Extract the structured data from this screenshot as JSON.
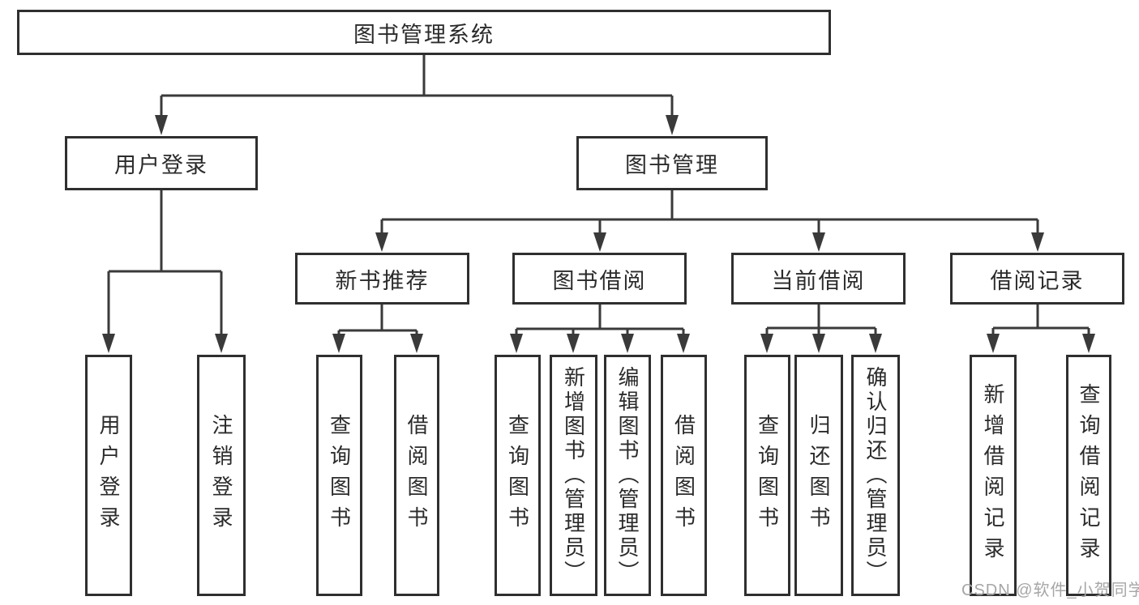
{
  "root": {
    "label": "图书管理系统"
  },
  "level2": [
    {
      "label": "用户登录"
    },
    {
      "label": "图书管理"
    }
  ],
  "level3": [
    {
      "label": "新书推荐"
    },
    {
      "label": "图书借阅"
    },
    {
      "label": "当前借阅"
    },
    {
      "label": "借阅记录"
    }
  ],
  "leaves": {
    "user_login": [
      {
        "label": "用户登录"
      },
      {
        "label": "注销登录"
      }
    ],
    "new_book": [
      {
        "label": "查询图书"
      },
      {
        "label": "借阅图书"
      }
    ],
    "book_borrow": [
      {
        "label": "查询图书"
      },
      {
        "label": "新增图书（管理员）"
      },
      {
        "label": "编辑图书（管理员）"
      },
      {
        "label": "借阅图书"
      }
    ],
    "current_borrow": [
      {
        "label": "查询图书"
      },
      {
        "label": "归还图书"
      },
      {
        "label": "确认归还（管理员）"
      }
    ],
    "borrow_records": [
      {
        "label": "新增借阅记录"
      },
      {
        "label": "查询借阅记录"
      }
    ]
  },
  "watermark": "CSDN @软件_小贺同学",
  "colors": {
    "line": "#3a3a3a",
    "box_border": "#2f2f2f",
    "box_fill": "#ffffff",
    "text": "#2b2b2b",
    "watermark": "#a6a6a6"
  }
}
